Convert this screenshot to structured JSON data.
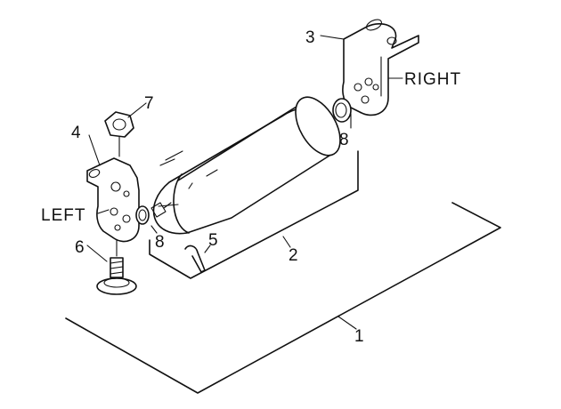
{
  "labels": {
    "callout_1": "1",
    "callout_2": "2",
    "callout_3": "3",
    "callout_4": "4",
    "callout_5": "5",
    "callout_6": "6",
    "callout_7": "7",
    "callout_8_right": "8",
    "callout_8_left": "8",
    "right": "RIGHT",
    "left": "LEFT"
  },
  "colors": {
    "ink": "#111111",
    "paper": "#ffffff"
  }
}
